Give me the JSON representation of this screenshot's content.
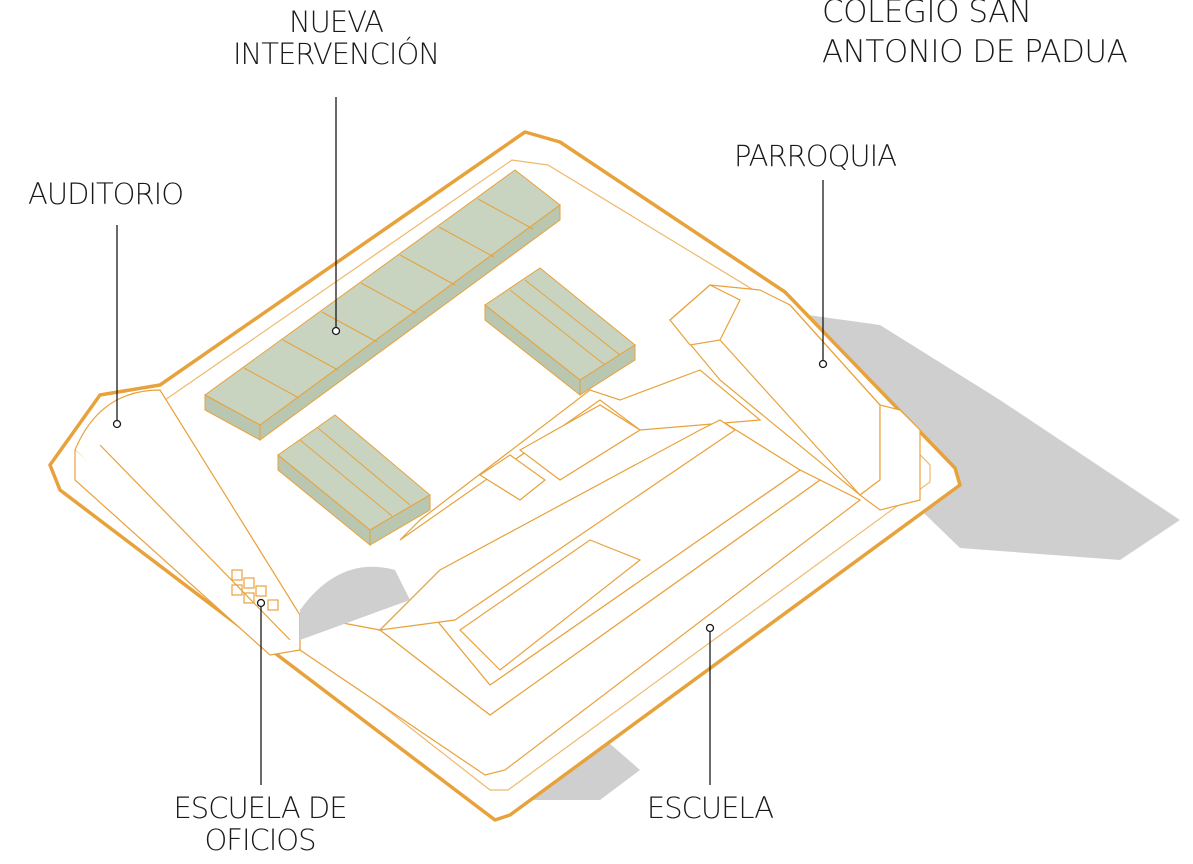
{
  "title": "COLEGIO SAN\nANTONIO DE PADUA",
  "labels": {
    "nueva_intervencion": "NUEVA\nINTERVENCIÓN",
    "auditorio": "AUDITORIO",
    "parroquia": "PARROQUIA",
    "escuela_de_oficios": "ESCUELA DE\nOFICIOS",
    "escuela": "ESCUELA"
  },
  "colors": {
    "outline": "#e8a23b",
    "outline_thin": "#efb96b",
    "shadow": "#cfcfcf",
    "new_building": "#c8d3c0",
    "building": "#ffffff",
    "leader": "#1a1a1a"
  }
}
